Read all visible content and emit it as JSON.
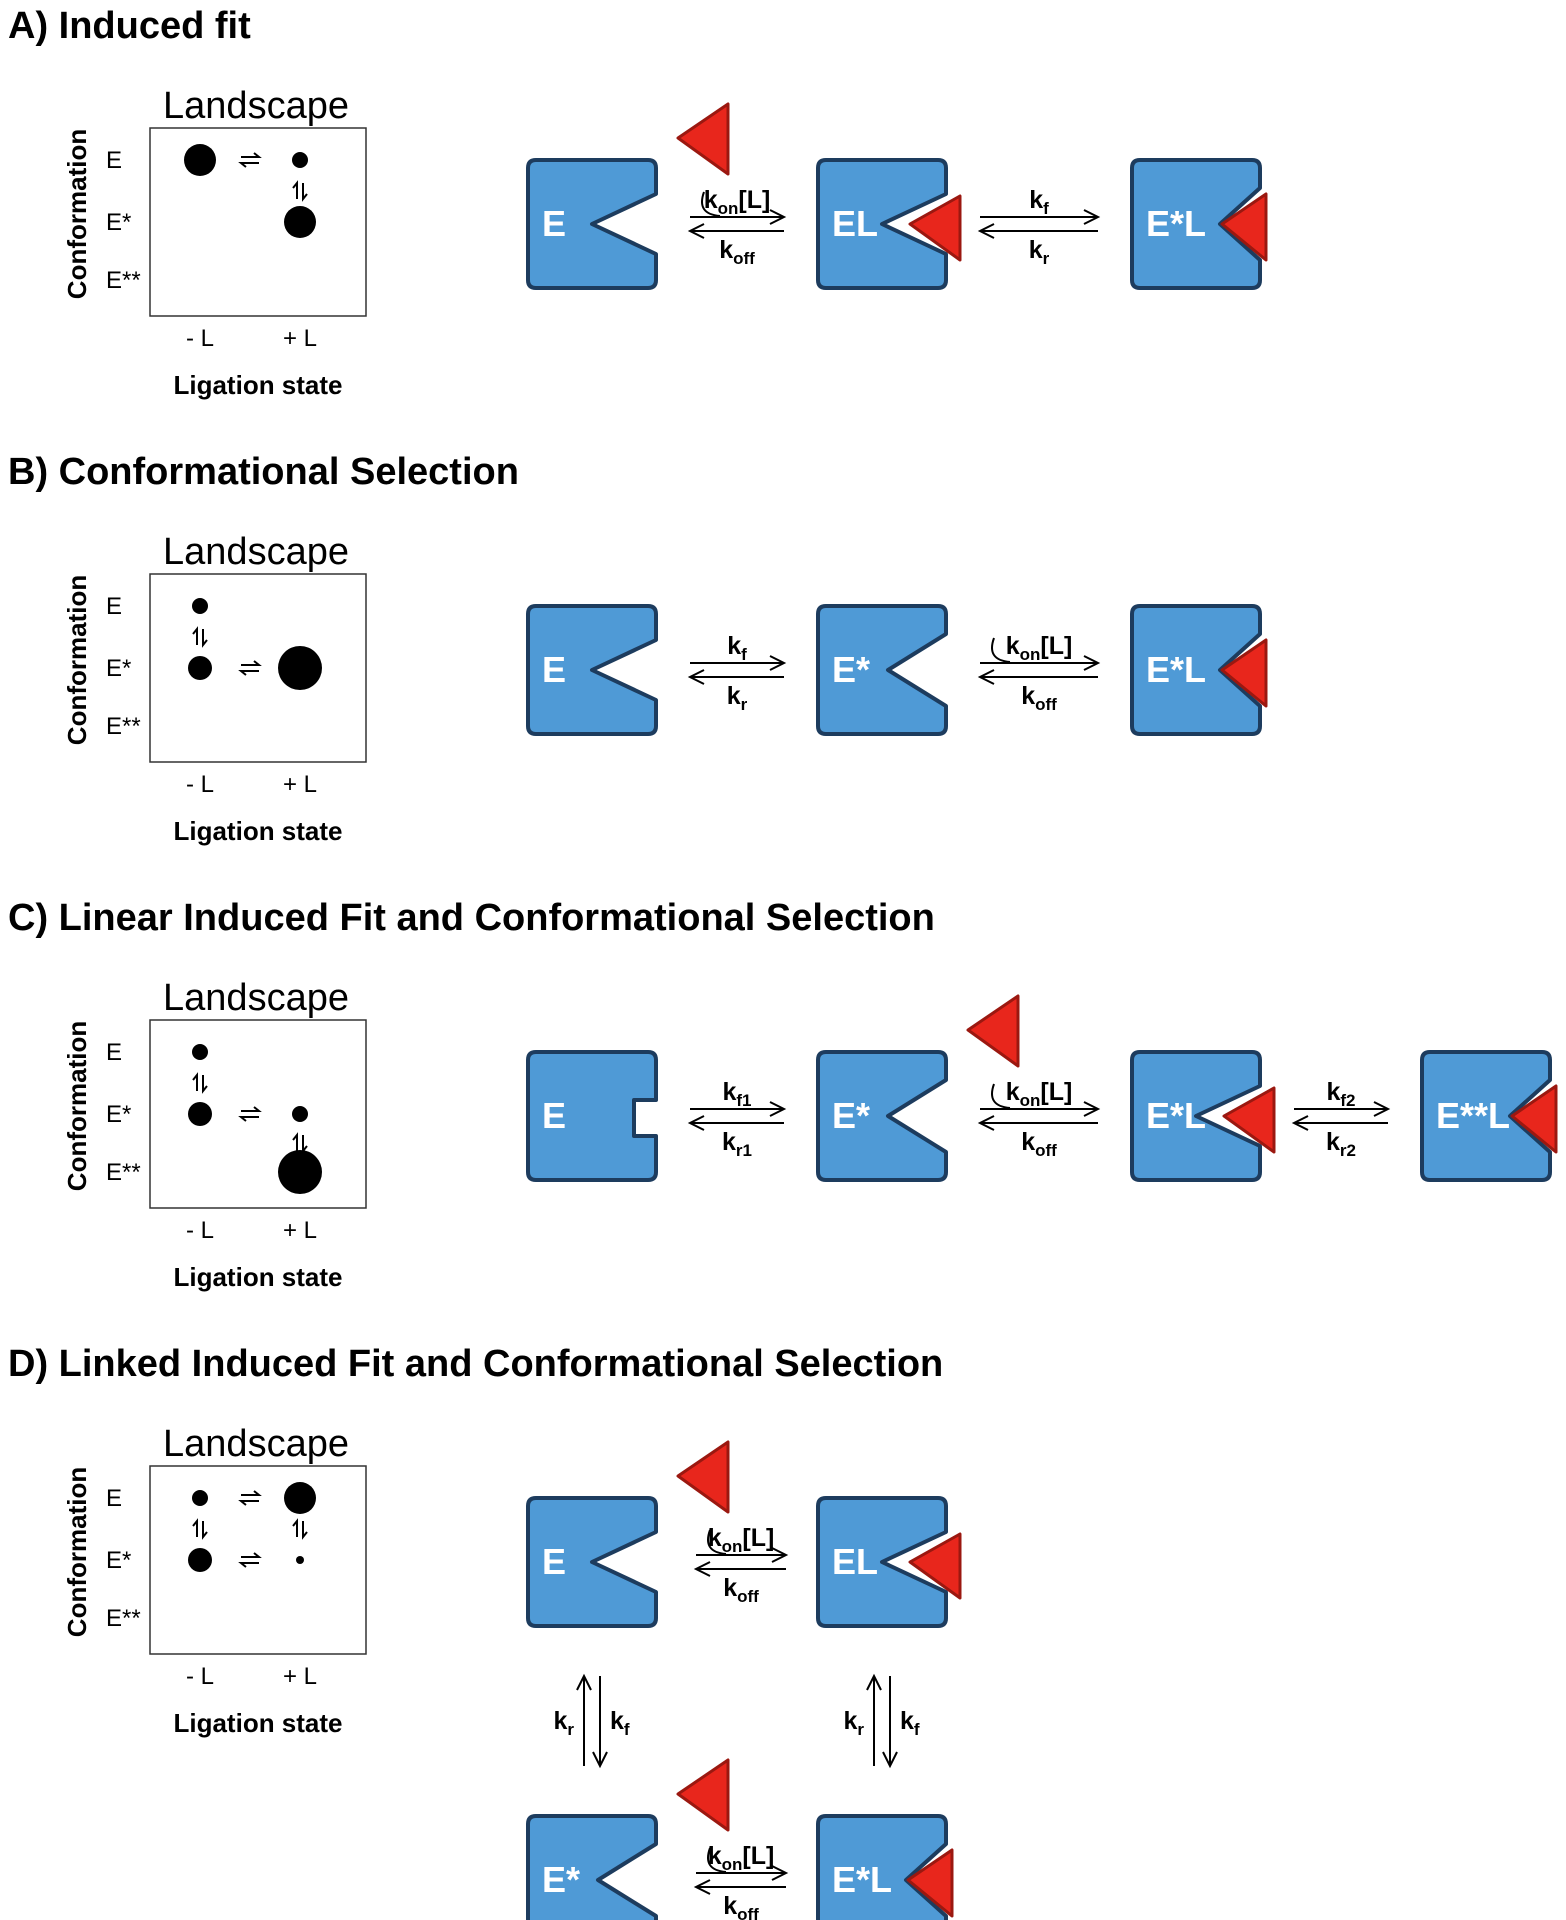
{
  "panels": [
    {
      "title": "A) Induced fit",
      "landscape": {
        "title": "Landscape",
        "ylabel": "Conformation",
        "xlabel": "Ligation state",
        "yticks": [
          "E",
          "E*",
          "E**"
        ],
        "xticks": [
          "- L",
          "+ L"
        ],
        "dots": [
          {
            "state": "- L",
            "conf": "E",
            "size": "large"
          },
          {
            "state": "+ L",
            "conf": "E",
            "size": "small"
          },
          {
            "state": "+ L",
            "conf": "E*",
            "size": "large"
          }
        ],
        "equilibria": [
          {
            "from": [
              "- L",
              "E"
            ],
            "to": [
              "+ L",
              "E"
            ]
          },
          {
            "from": [
              "+ L",
              "E"
            ],
            "to": [
              "+ L",
              "E*"
            ]
          }
        ]
      },
      "scheme": {
        "states": [
          {
            "label": "E",
            "pocket": "v-open",
            "ligand": "free"
          },
          {
            "label": "EL",
            "pocket": "v-open",
            "ligand": "partial"
          },
          {
            "label": "E*L",
            "pocket": "closed",
            "ligand": "full"
          }
        ],
        "steps": [
          {
            "forward": "k",
            "forward_sub": "on",
            "forward_tail": "[L]",
            "reverse": "k",
            "reverse_sub": "off",
            "binding": true
          },
          {
            "forward": "k",
            "forward_sub": "f",
            "forward_tail": "",
            "reverse": "k",
            "reverse_sub": "r",
            "binding": false
          }
        ]
      }
    },
    {
      "title": "B) Conformational Selection",
      "landscape": {
        "title": "Landscape",
        "ylabel": "Conformation",
        "xlabel": "Ligation state",
        "yticks": [
          "E",
          "E*",
          "E**"
        ],
        "xticks": [
          "- L",
          "+ L"
        ],
        "dots": [
          {
            "state": "- L",
            "conf": "E",
            "size": "small"
          },
          {
            "state": "- L",
            "conf": "E*",
            "size": "medium"
          },
          {
            "state": "+ L",
            "conf": "E*",
            "size": "xlarge"
          }
        ],
        "equilibria": [
          {
            "from": [
              "- L",
              "E"
            ],
            "to": [
              "- L",
              "E*"
            ]
          },
          {
            "from": [
              "- L",
              "E*"
            ],
            "to": [
              "+ L",
              "E*"
            ]
          }
        ]
      },
      "scheme": {
        "states": [
          {
            "label": "E",
            "pocket": "v-open",
            "ligand": "none"
          },
          {
            "label": "E*",
            "pocket": "v-wide",
            "ligand": "none"
          },
          {
            "label": "E*L",
            "pocket": "closed",
            "ligand": "full"
          }
        ],
        "steps": [
          {
            "forward": "k",
            "forward_sub": "f",
            "forward_tail": "",
            "reverse": "k",
            "reverse_sub": "r",
            "binding": false
          },
          {
            "forward": "k",
            "forward_sub": "on",
            "forward_tail": "[L]",
            "reverse": "k",
            "reverse_sub": "off",
            "binding": true
          }
        ]
      }
    },
    {
      "title": "C) Linear Induced Fit and Conformational Selection",
      "landscape": {
        "title": "Landscape",
        "ylabel": "Conformation",
        "xlabel": "Ligation state",
        "yticks": [
          "E",
          "E*",
          "E**"
        ],
        "xticks": [
          "- L",
          "+ L"
        ],
        "dots": [
          {
            "state": "- L",
            "conf": "E",
            "size": "small"
          },
          {
            "state": "- L",
            "conf": "E*",
            "size": "medium"
          },
          {
            "state": "+ L",
            "conf": "E*",
            "size": "small"
          },
          {
            "state": "+ L",
            "conf": "E**",
            "size": "xlarge"
          }
        ],
        "equilibria": [
          {
            "from": [
              "- L",
              "E"
            ],
            "to": [
              "- L",
              "E*"
            ]
          },
          {
            "from": [
              "- L",
              "E*"
            ],
            "to": [
              "+ L",
              "E*"
            ]
          },
          {
            "from": [
              "+ L",
              "E*"
            ],
            "to": [
              "+ L",
              "E**"
            ]
          }
        ]
      },
      "scheme": {
        "states": [
          {
            "label": "E",
            "pocket": "square",
            "ligand": "none"
          },
          {
            "label": "E*",
            "pocket": "v-wide",
            "ligand": "free"
          },
          {
            "label": "E*L",
            "pocket": "v-open",
            "ligand": "partial"
          },
          {
            "label": "E**L",
            "pocket": "closed",
            "ligand": "full"
          }
        ],
        "steps": [
          {
            "forward": "k",
            "forward_sub": "f1",
            "forward_tail": "",
            "reverse": "k",
            "reverse_sub": "r1",
            "binding": false
          },
          {
            "forward": "k",
            "forward_sub": "on",
            "forward_tail": "[L]",
            "reverse": "k",
            "reverse_sub": "off",
            "binding": true
          },
          {
            "forward": "k",
            "forward_sub": "f2",
            "forward_tail": "",
            "reverse": "k",
            "reverse_sub": "r2",
            "binding": false
          }
        ]
      }
    },
    {
      "title": "D) Linked Induced Fit and Conformational Selection",
      "landscape": {
        "title": "Landscape",
        "ylabel": "Conformation",
        "xlabel": "Ligation state",
        "yticks": [
          "E",
          "E*",
          "E**"
        ],
        "xticks": [
          "- L",
          "+ L"
        ],
        "dots": [
          {
            "state": "- L",
            "conf": "E",
            "size": "small"
          },
          {
            "state": "+ L",
            "conf": "E",
            "size": "large"
          },
          {
            "state": "- L",
            "conf": "E*",
            "size": "medium"
          },
          {
            "state": "+ L",
            "conf": "E*",
            "size": "tiny"
          }
        ],
        "equilibria": [
          {
            "from": [
              "- L",
              "E"
            ],
            "to": [
              "+ L",
              "E"
            ]
          },
          {
            "from": [
              "- L",
              "E*"
            ],
            "to": [
              "+ L",
              "E*"
            ]
          },
          {
            "from": [
              "- L",
              "E"
            ],
            "to": [
              "- L",
              "E*"
            ]
          },
          {
            "from": [
              "+ L",
              "E"
            ],
            "to": [
              "+ L",
              "E*"
            ]
          }
        ]
      },
      "scheme": {
        "states": [
          {
            "label": "E",
            "pocket": "v-open",
            "ligand": "free"
          },
          {
            "label": "EL",
            "pocket": "v-open",
            "ligand": "partial"
          },
          {
            "label": "E*",
            "pocket": "v-wide",
            "ligand": "free"
          },
          {
            "label": "E*L",
            "pocket": "closed",
            "ligand": "full"
          }
        ],
        "top_step": {
          "forward": "k",
          "forward_sub": "on",
          "forward_tail": "[L]",
          "reverse": "k",
          "reverse_sub": "off",
          "binding": true
        },
        "bottom_step": {
          "forward": "k",
          "forward_sub": "on",
          "forward_tail": "[L]",
          "reverse": "k",
          "reverse_sub": "off",
          "binding": true
        },
        "left_step": {
          "up": "k",
          "up_sub": "r",
          "down": "k",
          "down_sub": "f"
        },
        "right_step": {
          "up": "k",
          "up_sub": "r",
          "down": "k",
          "down_sub": "f"
        }
      }
    }
  ],
  "colors": {
    "enzyme_fill": "#4f9ad6",
    "enzyme_stroke": "#1d3c5e",
    "ligand_fill": "#e8261c",
    "ligand_stroke": "#9b1810",
    "dot": "#000000"
  }
}
